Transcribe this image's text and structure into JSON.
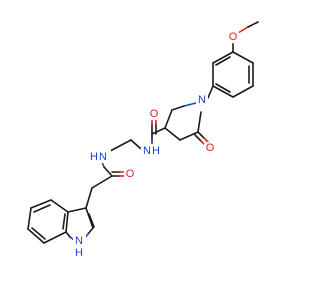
{
  "molecule": {
    "atom_labels": {
      "O_methoxy": "O",
      "N_ring": "N",
      "O_ketone": "O",
      "O_amide1": "O",
      "NH_amide1": "N",
      "H_amide1": "H",
      "NH_amide2": "N",
      "H_amide2": "H",
      "O_amide2": "O",
      "NH_indole": "N",
      "H_indole": "H"
    },
    "colors": {
      "carbon_bond": "#1a1a1a",
      "oxygen": "#e01e1e",
      "nitrogen": "#1f3fd6",
      "background": "#ffffff"
    }
  }
}
